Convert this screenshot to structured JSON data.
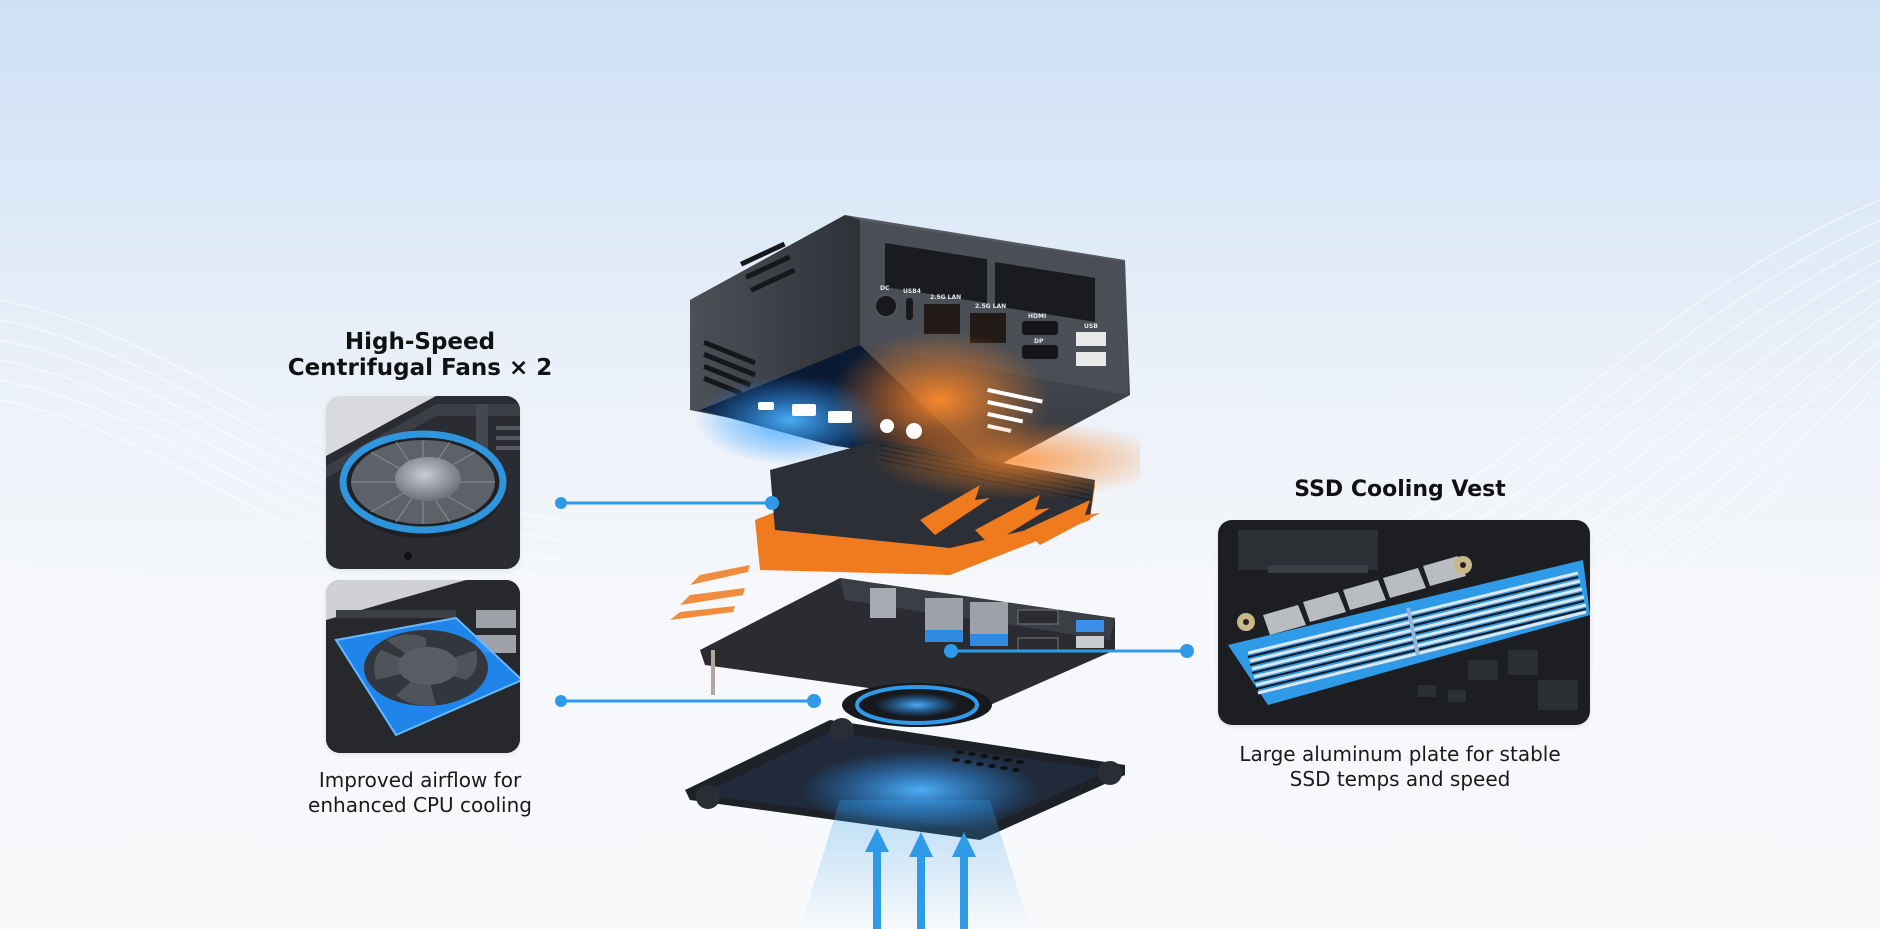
{
  "features": [
    {
      "id": "fans",
      "title_line1": "High-Speed",
      "title_line2": "Centrifugal Fans × 2",
      "caption_line1": "Improved airflow for",
      "caption_line2": "enhanced CPU cooling"
    },
    {
      "id": "ssd",
      "title": "SSD Cooling Vest",
      "caption_line1": "Large aluminum plate for stable",
      "caption_line2": "SSD temps and speed"
    }
  ],
  "device": {
    "ports": {
      "dc": "DC",
      "usb4": "USB4",
      "lan1": "2.5G LAN",
      "lan2": "2.5G LAN",
      "hdmi": "HDMI",
      "dp": "DP",
      "usb": "USB"
    }
  },
  "colors": {
    "accent_blue": "#2f9be8",
    "hot_orange": "#f07a1e",
    "cool_blue": "#1f8fff",
    "chassis": "#3a3d44"
  }
}
